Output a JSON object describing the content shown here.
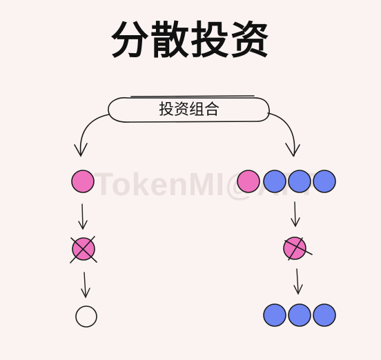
{
  "title": "分散投资",
  "watermark": "TokenMI@APP",
  "portfolio_label": "投资组合",
  "colors": {
    "pink": "#ef72bf",
    "blue": "#6f86f3",
    "ink": "#1a1a1a",
    "bg": "#fbf3f1"
  }
}
